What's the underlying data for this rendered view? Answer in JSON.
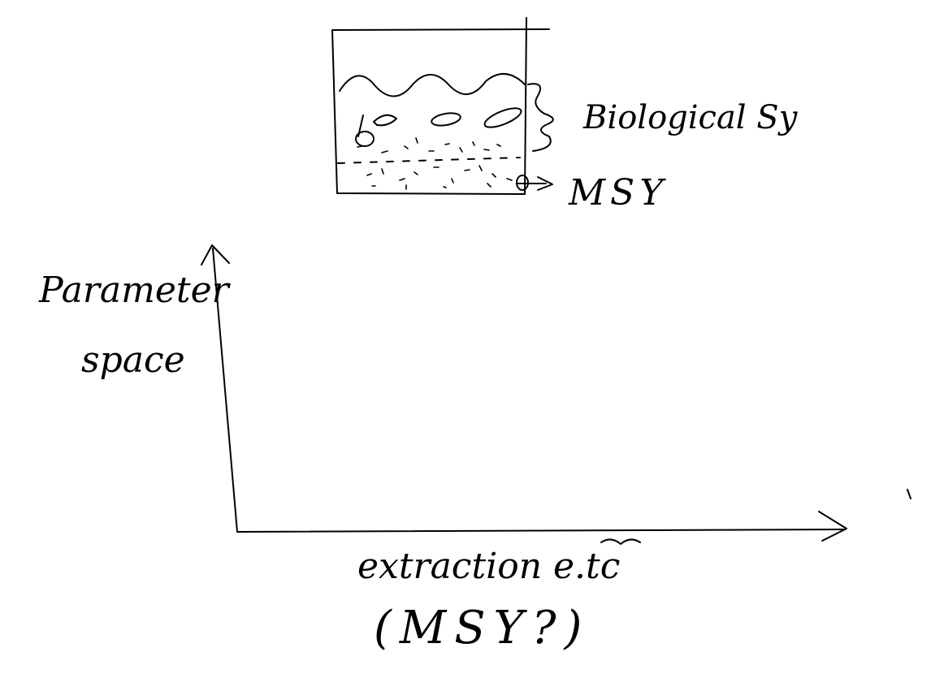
{
  "colors": {
    "background": "#ffffff",
    "ink": "#000000"
  },
  "tank": {
    "label_biological": "Biological Sy",
    "label_bottom": "MSY"
  },
  "axes": {
    "y_label_line1": "Parameter",
    "y_label_line2": "space",
    "x_label_line1": "extraction e.tc",
    "x_label_line2": "(MSY?)"
  }
}
